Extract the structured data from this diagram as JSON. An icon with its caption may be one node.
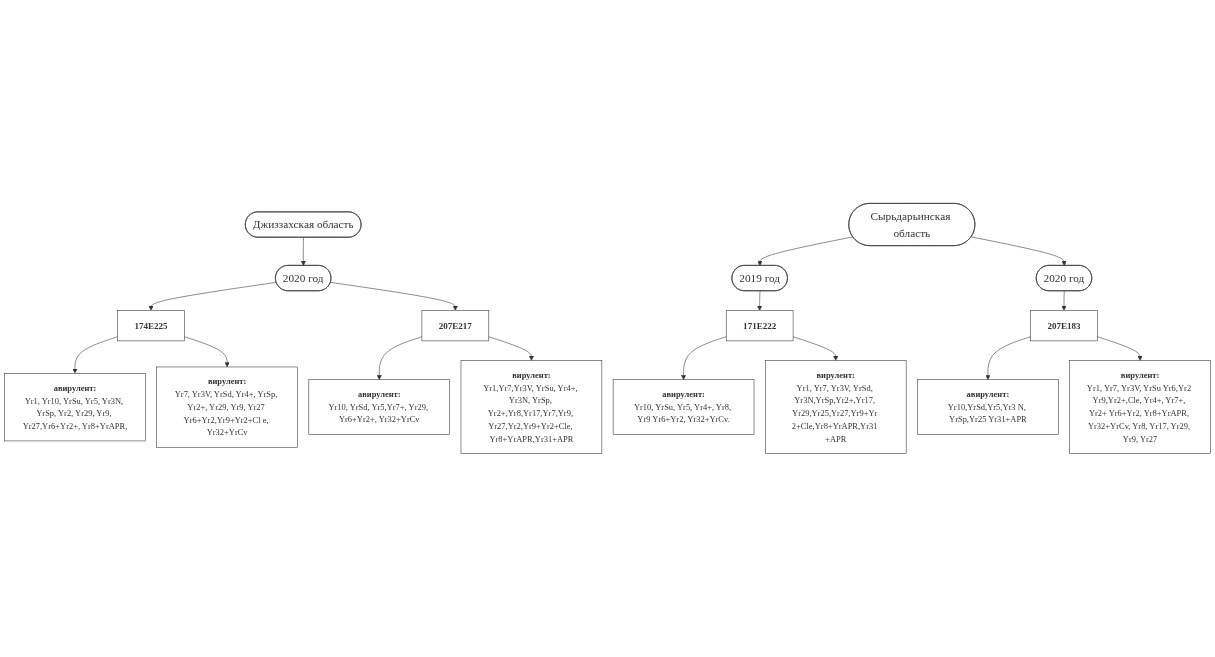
{
  "diagram": {
    "nodes": [
      {
        "text": [
          "Джиззахская область"
        ]
      },
      {
        "text": [
          "2020 год"
        ]
      },
      {
        "text": [
          "174E225"
        ]
      },
      {
        "text": [
          "авирулент:",
          "Yr1, Yr10, YrSu, Yr5, Yr3N, YrSp, Yr2, Yr29, Yr9, Yr27,Yr6+Yr2+, Yr8+YrAPR,"
        ]
      },
      {
        "text": [
          "вирулент:",
          "Yr7, Yr3V, YrSd, Yr4+, YrSp, Yr2+, Yr29, Yr9, Yr27 Yr6+Yr2,Yr9+Yr2+Cl e, Yr32+YrCv"
        ]
      },
      {
        "text": [
          "207E217"
        ]
      },
      {
        "text": [
          "авирулент:",
          "Yr10, YrSd, Yr5,Yr7+, Yr29, Yr6+Yr2+, Yr32+YrCv"
        ]
      },
      {
        "text": [
          "вирулент:",
          "Yr1,Yr7,Yr3V, YrSu, Yr4+, Yr3N, YrSp, Yr2+,Yr8,Yr17,Yr7,Yr9, Yr27,Yr2,Yr9+Yr2+Cle, Yr8+YrAPR,Yr31+APR"
        ]
      },
      {
        "text": [
          "Сырьдарьинская область"
        ]
      },
      {
        "text": [
          "2019 год"
        ]
      },
      {
        "text": [
          "2020 год"
        ]
      },
      {
        "text": [
          "171E222"
        ]
      },
      {
        "text": [
          "авирулент:",
          "Yr10, YrSu, Yr5, Yr4+, Yr8, Yr9 Yr6+Yr2, Yr32+YrCv."
        ]
      },
      {
        "text": [
          "вирулент:",
          "Yr1, Yr7, Yr3V, YrSd, Yr3N,YrSp,Yr2+,Yr17, Yr29,Yr25,Yr27,Yr9+Yr 2+Cle,Yr8+YrAPR,Yr31 +APR"
        ]
      },
      {
        "text": [
          "207E183"
        ]
      },
      {
        "text": [
          "авирулент:",
          "Yr10,YrSd,Yr5,Yr3 N, YrSp,Yr25 Yr31+APR"
        ]
      },
      {
        "text": [
          "вирулент:",
          "Yr1, Yr7, Yr3V, YrSu Yr6,Yr2 Yr9,Yr2+,Cle, Yr4+, Yr7+, Yr2+ Yr6+Yr2, Yr8+YrAPR, Yr32+YrCv, Yr8, Yr17, Yr29, Yr9, Yr27"
        ]
      }
    ],
    "edges": [
      {
        "from": 0,
        "to": 1,
        "arrow": "to"
      },
      {
        "from": 1,
        "to": 2,
        "arrow": "to"
      },
      {
        "from": 1,
        "to": 5,
        "arrow": "to"
      },
      {
        "from": 2,
        "to": 3,
        "arrow": "to"
      },
      {
        "from": 2,
        "to": 4,
        "arrow": "to"
      },
      {
        "from": 5,
        "to": 6,
        "arrow": "to"
      },
      {
        "from": 5,
        "to": 7,
        "arrow": "to"
      },
      {
        "from": 8,
        "to": 9,
        "arrow": "to"
      },
      {
        "from": 8,
        "to": 10,
        "arrow": "to"
      },
      {
        "from": 9,
        "to": 11,
        "arrow": "to"
      },
      {
        "from": 10,
        "to": 14,
        "arrow": "to"
      },
      {
        "from": 11,
        "to": 12,
        "arrow": "to"
      },
      {
        "from": 11,
        "to": 13,
        "arrow": "to"
      },
      {
        "from": 14,
        "to": 15,
        "arrow": "to"
      },
      {
        "from": 14,
        "to": 16,
        "arrow": "to"
      }
    ]
  }
}
